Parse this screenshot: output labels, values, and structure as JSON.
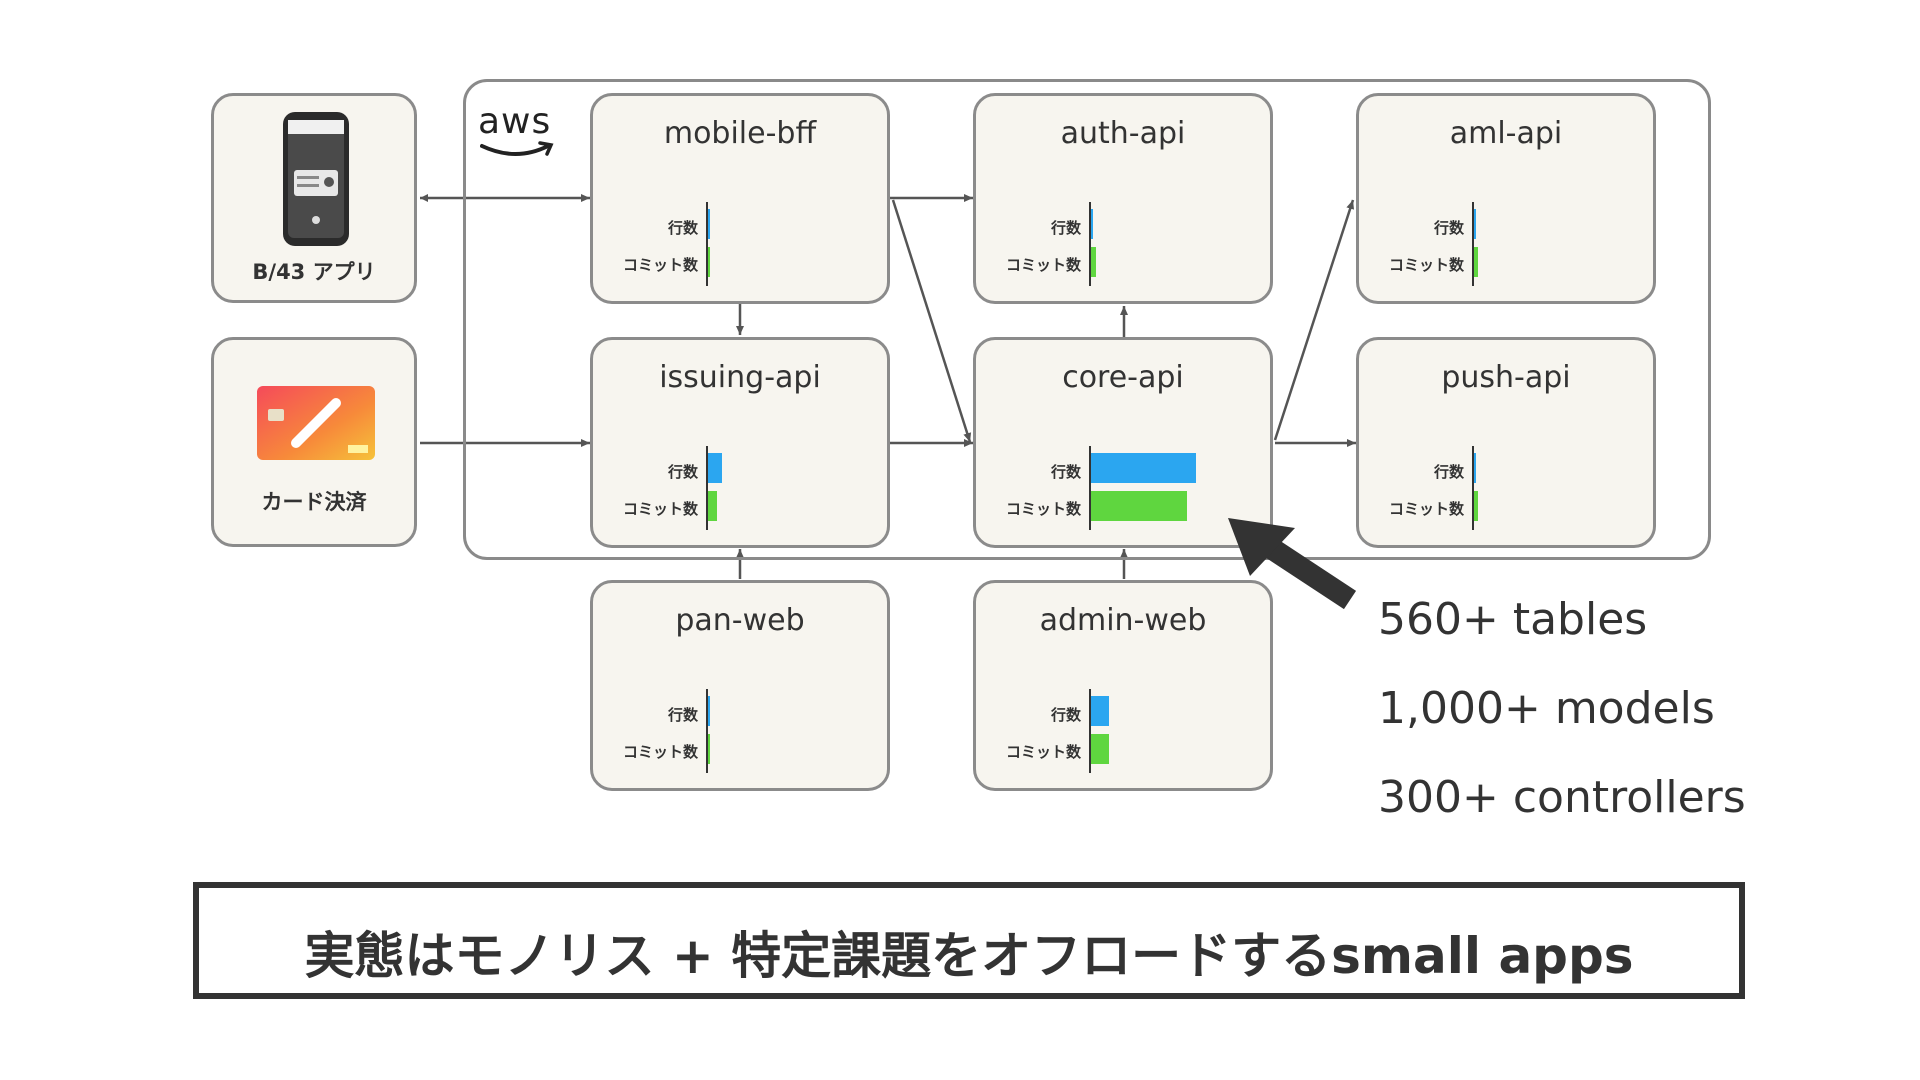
{
  "aws_logo": "aws",
  "metric_labels": {
    "lines": "行数",
    "commits": "コミット数"
  },
  "colors": {
    "lines_bar": "#2ba6f0",
    "commits_bar": "#5fd63f",
    "box_fill": "#f7f5ef",
    "box_border": "#8b8b8b",
    "arrow": "#555555"
  },
  "clients": [
    {
      "id": "app",
      "label": "B/43 アプリ",
      "icon": "smartphone-icon"
    },
    {
      "id": "card",
      "label": "カード決済",
      "icon": "credit-card-icon"
    }
  ],
  "services": [
    {
      "id": "mobile-bff",
      "title": "mobile-bff",
      "lines": 0.01,
      "commits": 0.01
    },
    {
      "id": "auth-api",
      "title": "auth-api",
      "lines": 0.02,
      "commits": 0.05
    },
    {
      "id": "aml-api",
      "title": "aml-api",
      "lines": 0.02,
      "commits": 0.04
    },
    {
      "id": "issuing-api",
      "title": "issuing-api",
      "lines": 0.13,
      "commits": 0.09
    },
    {
      "id": "core-api",
      "title": "core-api",
      "lines": 1.0,
      "commits": 0.91
    },
    {
      "id": "push-api",
      "title": "push-api",
      "lines": 0.02,
      "commits": 0.04
    },
    {
      "id": "pan-web",
      "title": "pan-web",
      "lines": 0.01,
      "commits": 0.01
    },
    {
      "id": "admin-web",
      "title": "admin-web",
      "lines": 0.17,
      "commits": 0.17
    }
  ],
  "stats": [
    "560+ tables",
    "1,000+ models",
    "300+ controllers"
  ],
  "caption": "実態はモノリス + 特定課題をオフロードするsmall apps"
}
